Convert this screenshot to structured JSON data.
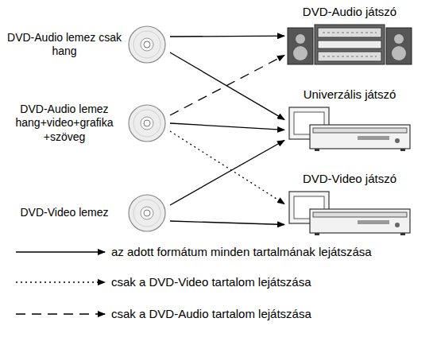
{
  "diagram": {
    "nodes": [
      {
        "text": [
          "DVD-Audio lemez csak hang"
        ]
      },
      {
        "text": [
          "DVD-Audio lemez hang+video+grafika +szöveg"
        ]
      },
      {
        "text": [
          "DVD-Video lemez"
        ]
      },
      {
        "text": [
          "DVD-Audio játszó"
        ]
      },
      {
        "text": [
          "Univerzális játszó"
        ]
      },
      {
        "text": [
          "DVD-Video játszó"
        ]
      }
    ],
    "edges": [
      {
        "from": 0,
        "to": 3,
        "arrow": "to"
      },
      {
        "from": 0,
        "to": 4,
        "arrow": "to"
      },
      {
        "from": 1,
        "to": 3,
        "arrow": "to"
      },
      {
        "from": 1,
        "to": 4,
        "arrow": "to"
      },
      {
        "from": 1,
        "to": 5,
        "arrow": "to"
      },
      {
        "from": 2,
        "to": 4,
        "arrow": "to"
      },
      {
        "from": 2,
        "to": 5,
        "arrow": "to"
      }
    ],
    "legend": [
      {
        "text": "az adott formátum minden tartalmának lejátszása"
      },
      {
        "text": "csak a DVD-Video tartalom lejátszása"
      },
      {
        "text": "csak a DVD-Audio tartalom lejátszása"
      }
    ]
  }
}
